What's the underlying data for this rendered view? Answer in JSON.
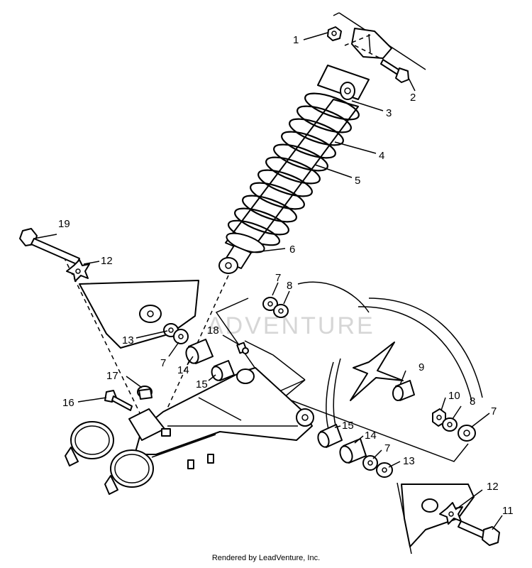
{
  "watermark": {
    "text": "ADVENTURE",
    "color": "#d6d6d6"
  },
  "callouts": {
    "c1": "1",
    "c2": "2",
    "c3": "3",
    "c4": "4",
    "c5": "5",
    "c6": "6",
    "c7a": "7",
    "c7b": "7",
    "c7c": "7",
    "c7d": "7",
    "c8a": "8",
    "c8b": "8",
    "c9": "9",
    "c10": "10",
    "c11": "11",
    "c12a": "12",
    "c12b": "12",
    "c13a": "13",
    "c13b": "13",
    "c14a": "14",
    "c14b": "14",
    "c15a": "15",
    "c15b": "15",
    "c16": "16",
    "c17": "17",
    "c18": "18",
    "c19": "19"
  },
  "footer": {
    "text": "Rendered by LeadVenture, Inc."
  },
  "colors": {
    "line": "#000000",
    "background": "#ffffff"
  }
}
